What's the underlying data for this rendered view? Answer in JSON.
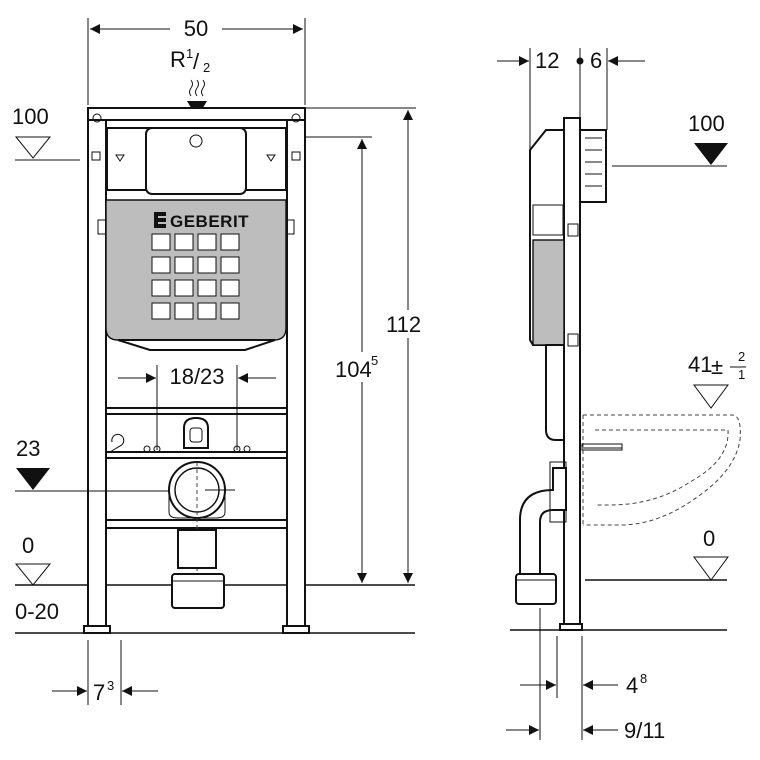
{
  "brand": "GEBERIT",
  "front_view": {
    "width_total": "50",
    "supply": {
      "base": "R",
      "sup": "1",
      "sub": "2"
    },
    "level_top": "100",
    "height_top": "112",
    "height_inner": {
      "base": "104",
      "sup": "5"
    },
    "flush_spacing": "18/23",
    "drain_level": "23",
    "floor_level": "0",
    "floor_adjust": "0-20",
    "foot_width": {
      "base": "7",
      "sup": "3"
    }
  },
  "side_view": {
    "depth_left": "12",
    "depth_right": "6",
    "level_top": "100",
    "seat_height": {
      "base": "41",
      "tol_plus": "2",
      "tol_minus": "1"
    },
    "floor_level": "0",
    "drain_offset": {
      "base": "4",
      "sup": "8"
    },
    "depth_range": "9/11"
  }
}
